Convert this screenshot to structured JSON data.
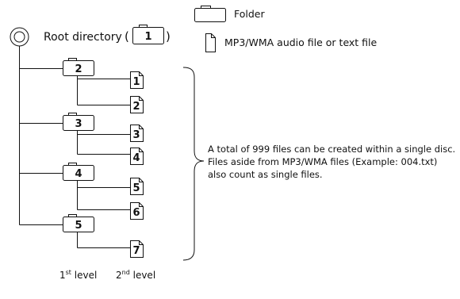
{
  "legend": {
    "folder_label": "Folder",
    "file_label": "MP3/WMA audio file or text file"
  },
  "root": {
    "label": "Root directory",
    "open_paren": "(",
    "number": "1",
    "close_paren": ")"
  },
  "folders": [
    "2",
    "3",
    "4",
    "5"
  ],
  "files": [
    "1",
    "2",
    "3",
    "4",
    "5",
    "6",
    "7"
  ],
  "note": {
    "line1": "A total of  999 files can be created within a single disc.",
    "line2": "Files aside from MP3/WMA files (Example: 004.txt)",
    "line3": "also count as single files."
  },
  "levels": {
    "first_num": "1",
    "first_sup": "st",
    "first_word": " level",
    "second_num": "2",
    "second_sup": "nd",
    "second_word": " level"
  }
}
